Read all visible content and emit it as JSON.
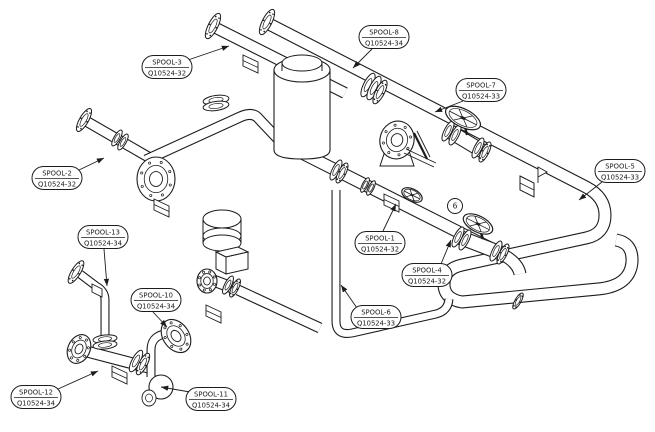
{
  "drawing": {
    "title": "piping-spool-isometric",
    "background_color": "#ffffff",
    "line_color": "#1c1c1c"
  },
  "balloon": {
    "text": "6"
  },
  "labels": [
    {
      "id": "spool-3",
      "name": "SPOOL-3",
      "number": "Q10524-32"
    },
    {
      "id": "spool-8",
      "name": "SPOOL-8",
      "number": "Q10524-34"
    },
    {
      "id": "spool-7",
      "name": "SPOOL-7",
      "number": "Q10524-33"
    },
    {
      "id": "spool-2",
      "name": "SPOOL-2",
      "number": "Q10524-32"
    },
    {
      "id": "spool-5",
      "name": "SPOOL-5",
      "number": "Q10524-33"
    },
    {
      "id": "spool-13",
      "name": "SPOOL-13",
      "number": "Q10524-34"
    },
    {
      "id": "spool-10",
      "name": "SPOOL-10",
      "number": "Q10524-34"
    },
    {
      "id": "spool-1",
      "name": "SPOOL-1",
      "number": "Q10524-32"
    },
    {
      "id": "spool-4",
      "name": "SPOOL-4",
      "number": "Q10524-32"
    },
    {
      "id": "spool-6",
      "name": "SPOOL-6",
      "number": "Q10524-33"
    },
    {
      "id": "spool-12",
      "name": "SPOOL-12",
      "number": "Q10524-34"
    },
    {
      "id": "spool-11",
      "name": "SPOOL-11",
      "number": "Q10524-34"
    }
  ]
}
